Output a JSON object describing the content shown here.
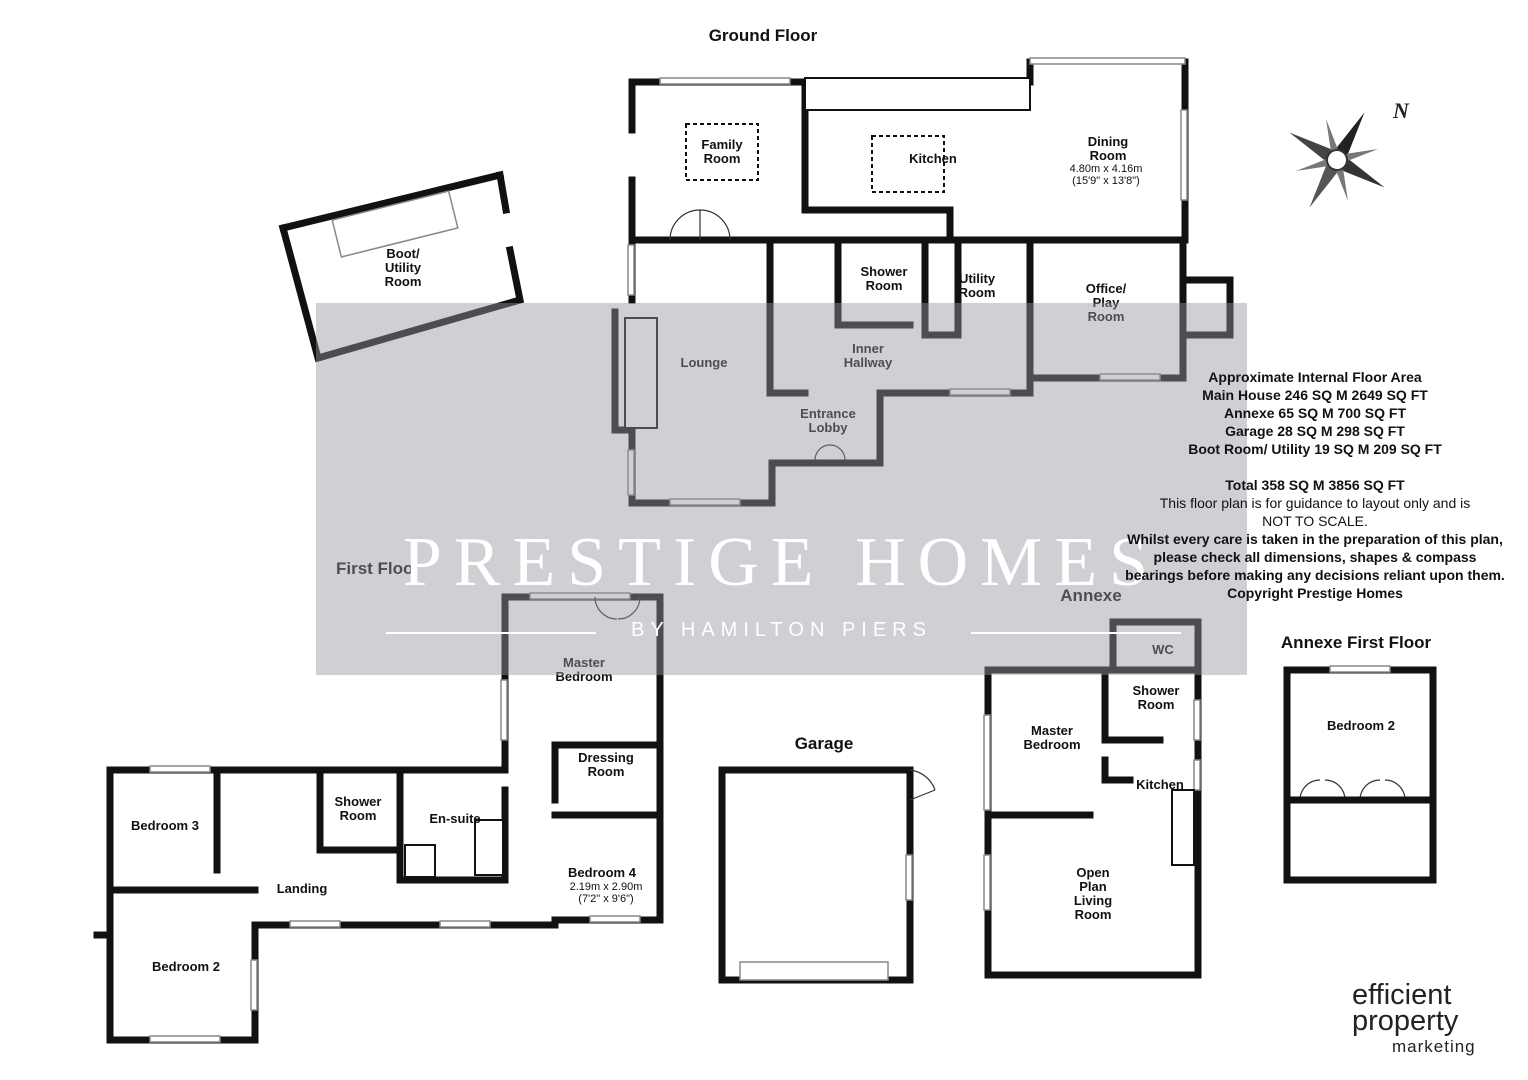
{
  "floors": {
    "ground": "Ground Floor",
    "first": "First Floor",
    "garage": "Garage",
    "annexe": "Annexe",
    "annexe_first": "Annexe First Floor"
  },
  "ground_rooms": {
    "family_room": [
      "Family",
      "Room"
    ],
    "kitchen": "Kitchen",
    "dining_room": [
      "Dining",
      "Room"
    ],
    "dining_dims": [
      "4.80m x 4.16m",
      "(15'9\" x 13'8\")"
    ],
    "boot_utility": [
      "Boot/",
      "Utility",
      "Room"
    ],
    "shower_room": [
      "Shower",
      "Room"
    ],
    "utility_room": [
      "Utility",
      "Room"
    ],
    "office": [
      "Office/",
      "Play",
      "Room"
    ],
    "lounge": "Lounge",
    "inner_hallway": [
      "Inner",
      "Hallway"
    ],
    "entrance_lobby": [
      "Entrance",
      "Lobby"
    ]
  },
  "first_rooms": {
    "master_bedroom": [
      "Master",
      "Bedroom"
    ],
    "dressing_room": [
      "Dressing",
      "Room"
    ],
    "bedroom3": "Bedroom 3",
    "shower_room": [
      "Shower",
      "Room"
    ],
    "ensuite": "En-suite",
    "landing": "Landing",
    "bedroom4": "Bedroom 4",
    "bedroom4_dims": [
      "2.19m x 2.90m",
      "(7'2\" x 9'6\")"
    ],
    "bedroom2": "Bedroom 2"
  },
  "annexe_rooms": {
    "wc": "WC",
    "shower_room": [
      "Shower",
      "Room"
    ],
    "master_bedroom": [
      "Master",
      "Bedroom"
    ],
    "kitchen": "Kitchen",
    "living": [
      "Open",
      "Plan",
      "Living",
      "Room"
    ],
    "bedroom2": "Bedroom 2"
  },
  "area_info": {
    "heading": "Approximate Internal Floor Area",
    "main_house": "Main House 246 SQ M 2649 SQ FT",
    "annexe": "Annexe 65 SQ M 700 SQ FT",
    "garage": "Garage 28 SQ M 298 SQ FT",
    "boot_room": "Boot Room/ Utility 19 SQ M 209 SQ FT",
    "total": "Total 358 SQ M 3856 SQ FT",
    "guidance": "This floor plan is for guidance to layout only and is",
    "not_to_scale": "NOT TO SCALE.",
    "disclaimer": [
      "Whilst every care is taken in the preparation of this plan,",
      "please check all dimensions, shapes & compass",
      "bearings before making any decisions reliant upon them."
    ],
    "copyright": "Copyright Prestige Homes"
  },
  "compass": {
    "label": "N"
  },
  "watermark": {
    "title": "PRESTIGE HOMES",
    "subtitle": "BY HAMILTON PIERS"
  },
  "logo": {
    "line1": "efficient",
    "line2": "property",
    "line3": "marketing"
  }
}
